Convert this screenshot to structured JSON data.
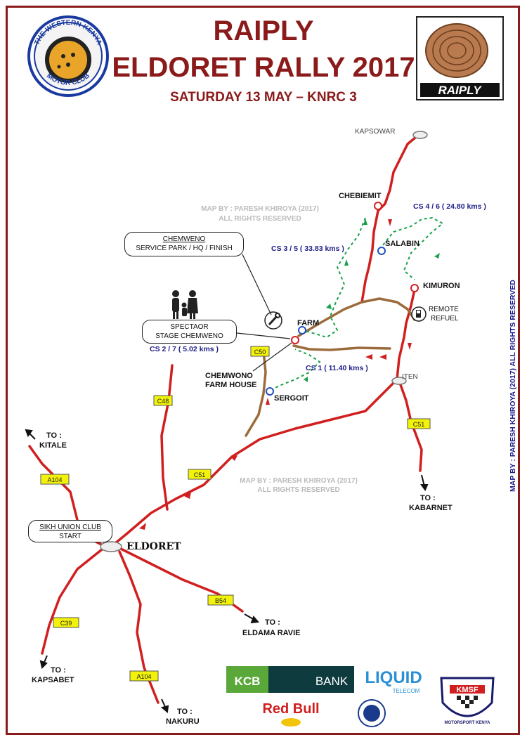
{
  "header": {
    "title_line1": "RAIPLY",
    "title_line2": "ELDORET RALLY 2017",
    "subtitle": "SATURDAY 13 MAY – KNRC 3"
  },
  "logos": {
    "club_top": "THE WESTERN KENYA",
    "club_bottom": "MOTOR CLUB",
    "raiply": "RAIPLY"
  },
  "places": {
    "kapsowar": "KAPSOWAR",
    "chebiemit": "CHEBIEMIT",
    "salabin": "SALABIN",
    "kimuron": "KIMURON",
    "farm": "FARM",
    "iten": "ITEN",
    "sergoit": "SERGOIT",
    "eldoret": "ELDORET",
    "remote_refuel_1": "REMOTE",
    "remote_refuel_2": "REFUEL",
    "farm_house_1": "CHEMWONO",
    "farm_house_2": "FARM HOUSE"
  },
  "destinations": {
    "kitale_to": "TO :",
    "kitale": "KITALE",
    "kabarnet_to": "TO :",
    "kabarnet": "KABARNET",
    "eldama_to": "TO :",
    "eldama": "ELDAMA RAVIE",
    "kapsabet_to": "TO :",
    "kapsabet": "KAPSABET",
    "nakuru_to": "TO :",
    "nakuru": "NAKURU"
  },
  "stages": {
    "cs46": "CS 4 / 6 ( 24.80 kms )",
    "cs35": "CS 3 / 5 ( 33.83 kms )",
    "cs27": "CS 2 / 7 ( 5.02 kms )",
    "cs1": "CS 1 ( 11.40 kms )"
  },
  "roads": {
    "c50": "C50",
    "c48": "C48",
    "c51a": "C51",
    "c51b": "C51",
    "a104a": "A104",
    "a104b": "A104",
    "b54": "B54",
    "c39": "C39"
  },
  "callouts": {
    "service_1": "CHEMWENO",
    "service_2": "SERVICE PARK / HQ / FINISH",
    "spectator_1": "SPECTAOR",
    "spectator_2": "STAGE CHEMWENO",
    "start_1": "SIKH UNION CLUB",
    "start_2": "START"
  },
  "watermark": {
    "line1_top": "MAP BY : PARESH KHIROYA (2017)",
    "line2_top": "ALL RIGHTS RESERVED",
    "line1_mid": "MAP BY : PARESH KHIROYA (2017)",
    "line2_mid": "ALL RIGHTS RESERVED"
  },
  "credit_vertical": "MAP BY : PARESH KHIROYA (2017)  ALL RIGHTS RESERVED",
  "sponsors": {
    "kcb": "KCB",
    "bank": "BANK",
    "liquid": "LIQUID",
    "telecom": "TELECOM",
    "redbull": "Red Bull",
    "kmsf": "KMSF",
    "kmsf_sub": "MOTORSPORT KENYA"
  },
  "colors": {
    "route_red": "#d11f1f",
    "connector_brown": "#9c6b3c",
    "stage_green": "#1aa04a",
    "title_maroon": "#8b1a1a",
    "road_label_bg": "#f2f20a"
  }
}
